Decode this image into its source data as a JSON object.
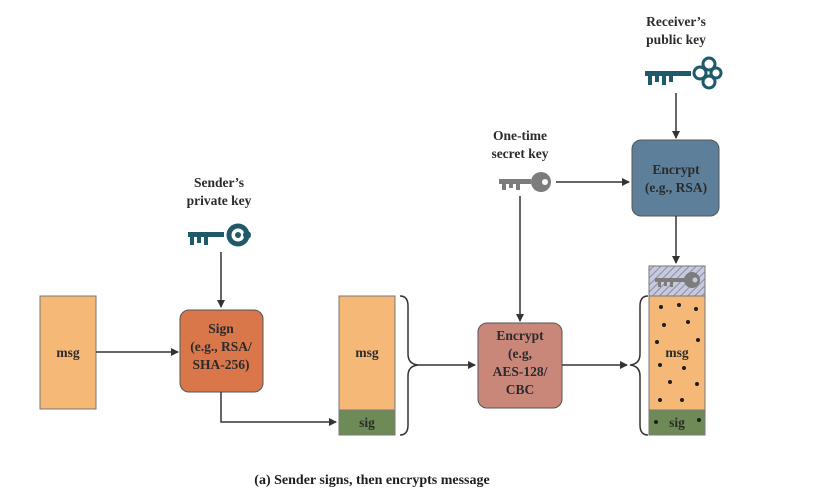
{
  "colors": {
    "msg": "#f6b877",
    "sig": "#6e8b57",
    "sign_box": "#d9774b",
    "encrypt_sym_box": "#c9877a",
    "encrypt_rsa_box": "#5d7f9a",
    "key": "#1f5a6b",
    "key_gray": "#7c7c7c",
    "line": "#333333"
  },
  "labels": {
    "msg1": "msg",
    "sign": [
      "Sign",
      "(e.g., RSA/",
      "SHA-256)"
    ],
    "msg2": "msg",
    "sig2": "sig",
    "encrypt_sym": [
      "Encrypt",
      "(e.g,",
      "AES-128/",
      "CBC"
    ],
    "encrypt_rsa": [
      "Encrypt",
      "(e.g., RSA)"
    ],
    "msg3": "msg",
    "sig3": "sig",
    "senders_key": [
      "Sender’s",
      "private key"
    ],
    "onetime_key": [
      "One-time",
      "secret key"
    ],
    "receivers_key": [
      "Receiver’s",
      "public key"
    ]
  },
  "caption": "(a) Sender signs, then encrypts message"
}
